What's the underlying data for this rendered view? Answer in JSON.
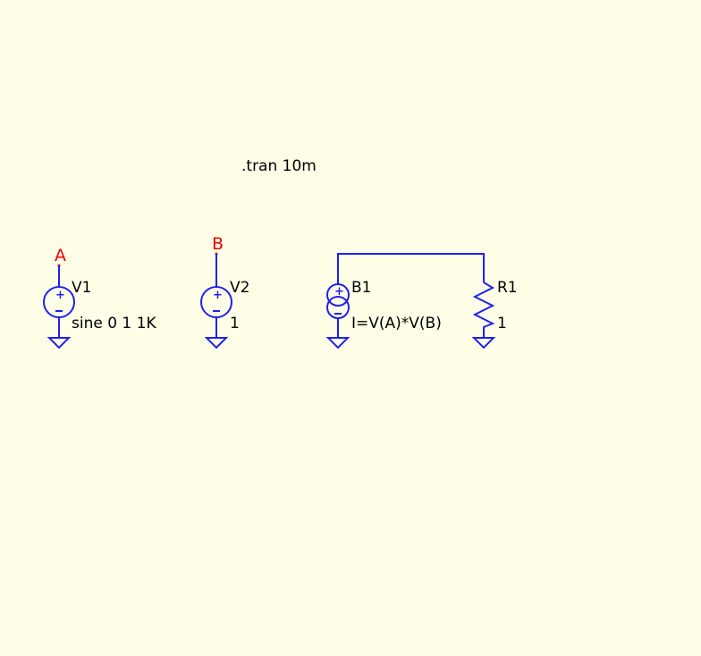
{
  "directive": ".tran 10m",
  "nets": {
    "a": "A",
    "b": "B"
  },
  "components": {
    "v1": {
      "name": "V1",
      "value": "sine 0 1 1K"
    },
    "v2": {
      "name": "V2",
      "value": "1"
    },
    "b1": {
      "name": "B1",
      "value": "I=V(A)*V(B)"
    },
    "r1": {
      "name": "R1",
      "value": "1"
    }
  },
  "colors": {
    "background": "#ffffe8",
    "wire": "#2020f0",
    "net_label": "#f00000"
  }
}
